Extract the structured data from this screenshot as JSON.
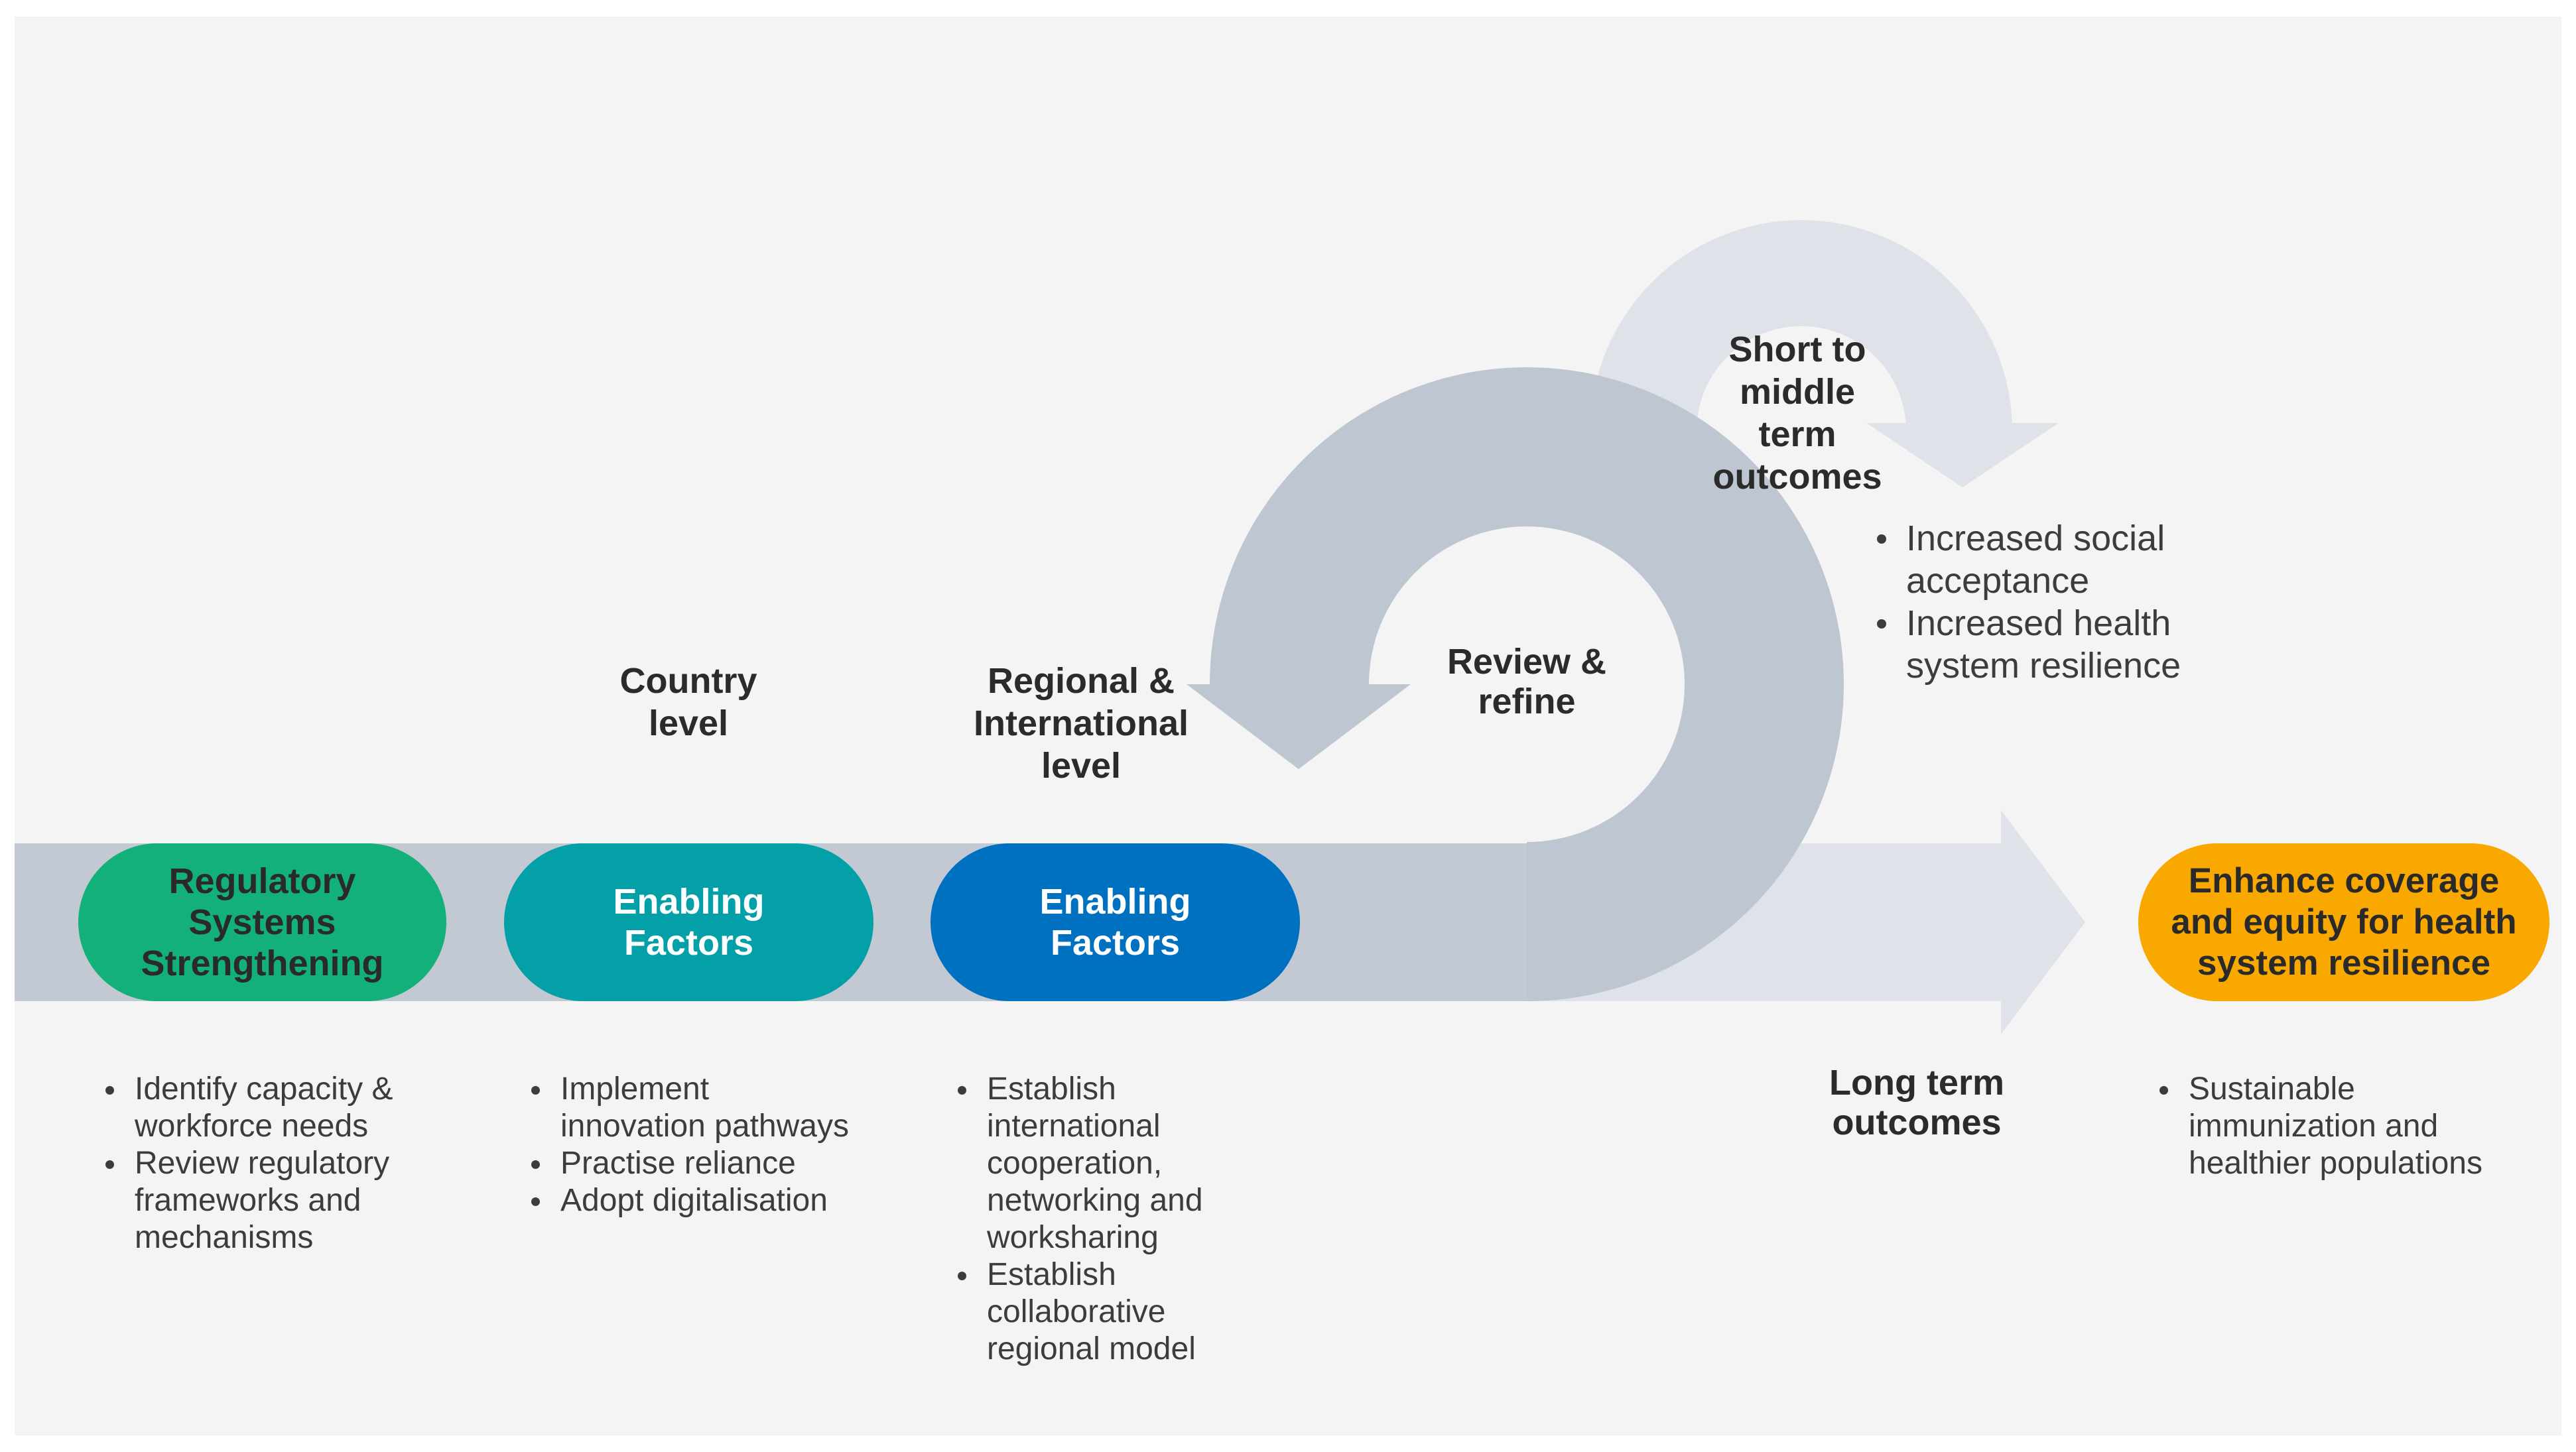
{
  "colors": {
    "background": "#f4f4f4",
    "band": "#c2c9d3",
    "band_light": "#dfe3e9",
    "loop_dark": "#bec6d1",
    "loop_light": "#dfe3e9",
    "pill_green": "#13b07a",
    "pill_teal": "#04a0a7",
    "pill_blue": "#0070c0",
    "pill_orange": "#f9a800"
  },
  "labels": {
    "country_level": [
      "Country",
      "level"
    ],
    "regional_level": [
      "Regional &",
      "International",
      "level"
    ],
    "review_refine": [
      "Review &",
      "refine"
    ],
    "short_middle": [
      "Short to",
      "middle",
      "term",
      "outcomes"
    ],
    "long_term": [
      "Long term",
      "outcomes"
    ]
  },
  "pills": {
    "regulatory": [
      "Regulatory",
      "Systems",
      "Strengthening"
    ],
    "enabling_country": [
      "Enabling",
      "Factors"
    ],
    "enabling_regional": [
      "Enabling",
      "Factors"
    ],
    "enhance": [
      "Enhance coverage",
      "and equity for health",
      "system resilience"
    ]
  },
  "bullets": {
    "regulatory": [
      [
        "Identify capacity &",
        "workforce needs"
      ],
      [
        "Review regulatory",
        "frameworks and",
        "mechanisms"
      ]
    ],
    "country": [
      [
        "Implement",
        "innovation pathways"
      ],
      [
        "Practise reliance"
      ],
      [
        "Adopt digitalisation"
      ]
    ],
    "regional": [
      [
        "Establish",
        "international",
        "cooperation,",
        "networking and",
        "worksharing"
      ],
      [
        "Establish",
        "collaborative",
        "regional model"
      ]
    ],
    "short_middle": [
      [
        "Increased social",
        "acceptance"
      ],
      [
        "Increased health",
        "system resilience"
      ]
    ],
    "enhance": [
      [
        "Sustainable",
        "immunization and",
        "healthier populations"
      ]
    ]
  }
}
